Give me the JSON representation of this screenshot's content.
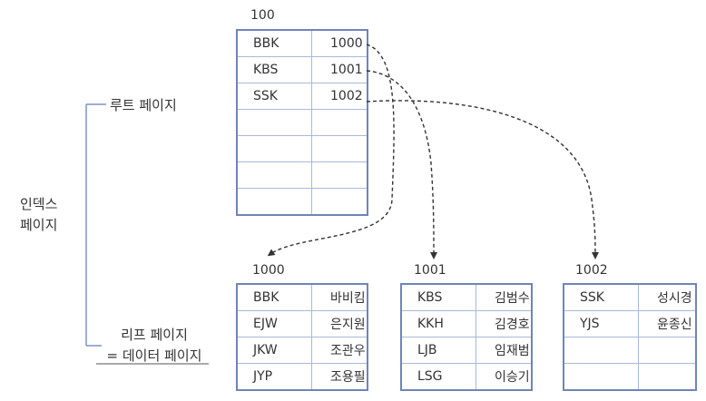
{
  "root": {
    "page_no": "100",
    "rows": [
      {
        "key": "BBK",
        "ptr": "1000"
      },
      {
        "key": "KBS",
        "ptr": "1001"
      },
      {
        "key": "SSK",
        "ptr": "1002"
      },
      {
        "key": "",
        "ptr": ""
      },
      {
        "key": "",
        "ptr": ""
      },
      {
        "key": "",
        "ptr": ""
      },
      {
        "key": "",
        "ptr": ""
      }
    ]
  },
  "leaves": [
    {
      "page_no": "1000",
      "rows": [
        {
          "key": "BBK",
          "name": "바비킴"
        },
        {
          "key": "EJW",
          "name": "은지원"
        },
        {
          "key": "JKW",
          "name": "조관우"
        },
        {
          "key": "JYP",
          "name": "조용필"
        }
      ]
    },
    {
      "page_no": "1001",
      "rows": [
        {
          "key": "KBS",
          "name": "김범수"
        },
        {
          "key": "KKH",
          "name": "김경호"
        },
        {
          "key": "LJB",
          "name": "임재범"
        },
        {
          "key": "LSG",
          "name": "이승기"
        }
      ]
    },
    {
      "page_no": "1002",
      "rows": [
        {
          "key": "SSK",
          "name": "성시경"
        },
        {
          "key": "YJS",
          "name": "윤종신"
        },
        {
          "key": "",
          "name": ""
        },
        {
          "key": "",
          "name": ""
        }
      ]
    }
  ],
  "labels": {
    "root_page": "루트 페이지",
    "index_page_line1": "인덱스",
    "index_page_line2": "페이지",
    "leaf_page_line1": "리프 페이지",
    "leaf_page_line2": "= 데이터 페이지"
  },
  "colors": {
    "table_border": "#6f85b8",
    "cell_border": "#a9b9d9",
    "bracket": "#7b93c7",
    "arrow": "#333333"
  }
}
